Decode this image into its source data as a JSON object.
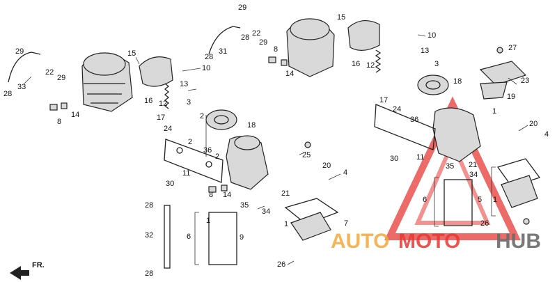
{
  "labels": [
    "29",
    "28",
    "33",
    "22",
    "29",
    "15",
    "10",
    "16",
    "13",
    "3",
    "12",
    "8",
    "14",
    "17",
    "24",
    "36",
    "18",
    "2",
    "2",
    "2",
    "11",
    "30",
    "25",
    "20",
    "4",
    "21",
    "34",
    "35",
    "28",
    "32",
    "28",
    "8",
    "14",
    "9",
    "6",
    "1",
    "1",
    "7",
    "26",
    "27",
    "23",
    "19",
    "1",
    "15",
    "10",
    "13",
    "3",
    "29",
    "28",
    "22",
    "29",
    "28",
    "31",
    "8",
    "14",
    "16",
    "12",
    "18",
    "17",
    "24",
    "36",
    "11",
    "30",
    "35",
    "21",
    "34",
    "20",
    "4",
    "5",
    "6",
    "1",
    "26"
  ],
  "watermark": {
    "part1": "AUTO",
    "part2": "MOTO",
    "part3": "HUB"
  },
  "front_marker": "FR."
}
